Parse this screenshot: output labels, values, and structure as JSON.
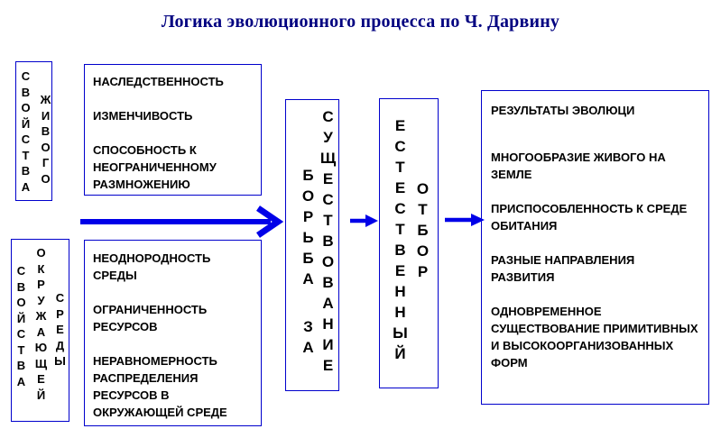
{
  "title": "Логика эволюционного процесса по Ч. Дарвину",
  "colors": {
    "box_border": "#0000CC",
    "arrow": "#0000E8",
    "title_color": "#000080",
    "text": "#000000"
  },
  "living_properties": {
    "word1": "СВОЙСТВА",
    "word2": "ЖИВОГО"
  },
  "env_properties": {
    "word1": "СВОЙСТВА",
    "word2": "ОКРУЖАЮЩЕЙ",
    "word3": "СРЕДЫ"
  },
  "living_factors": {
    "items": [
      "НАСЛЕДСТВЕННОСТЬ",
      "ИЗМЕНЧИВОСТЬ",
      "СПОСОБНОСТЬ К НЕОГРАНИЧЕННОМУ РАЗМНОЖЕНИЮ"
    ]
  },
  "env_factors": {
    "items": [
      "НЕОДНОРОДНОСТЬ СРЕДЫ",
      "ОГРАНИЧЕННОСТЬ РЕСУРСОВ",
      "НЕРАВНОМЕРНОСТЬ РАСПРЕДЕЛЕНИЯ РЕСУРСОВ В ОКРУЖАЮЩЕЙ СРЕДЕ"
    ]
  },
  "struggle": {
    "word1": "БОРЬБА",
    "word2": "ЗА",
    "word3": "СУЩЕСТВОВАНИЕ"
  },
  "selection": {
    "word1": "ЕСТЕСТВЕННЫЙ",
    "word2": "ОТБОР"
  },
  "results": {
    "heading": "РЕЗУЛЬТАТЫ ЭВОЛЮЦИ",
    "items": [
      "МНОГООБРАЗИЕ ЖИВОГО НА ЗЕМЛЕ",
      "ПРИСПОСОБЛЕННОСТЬ К СРЕДЕ ОБИТАНИЯ",
      "РАЗНЫЕ НАПРАВЛЕНИЯ РАЗВИТИЯ",
      "ОДНОВРЕМЕННОЕ СУЩЕСТВОВАНИЕ ПРИМИТИВНЫХ И ВЫСОКООРГАНИЗОВАННЫХ ФОРМ"
    ]
  }
}
